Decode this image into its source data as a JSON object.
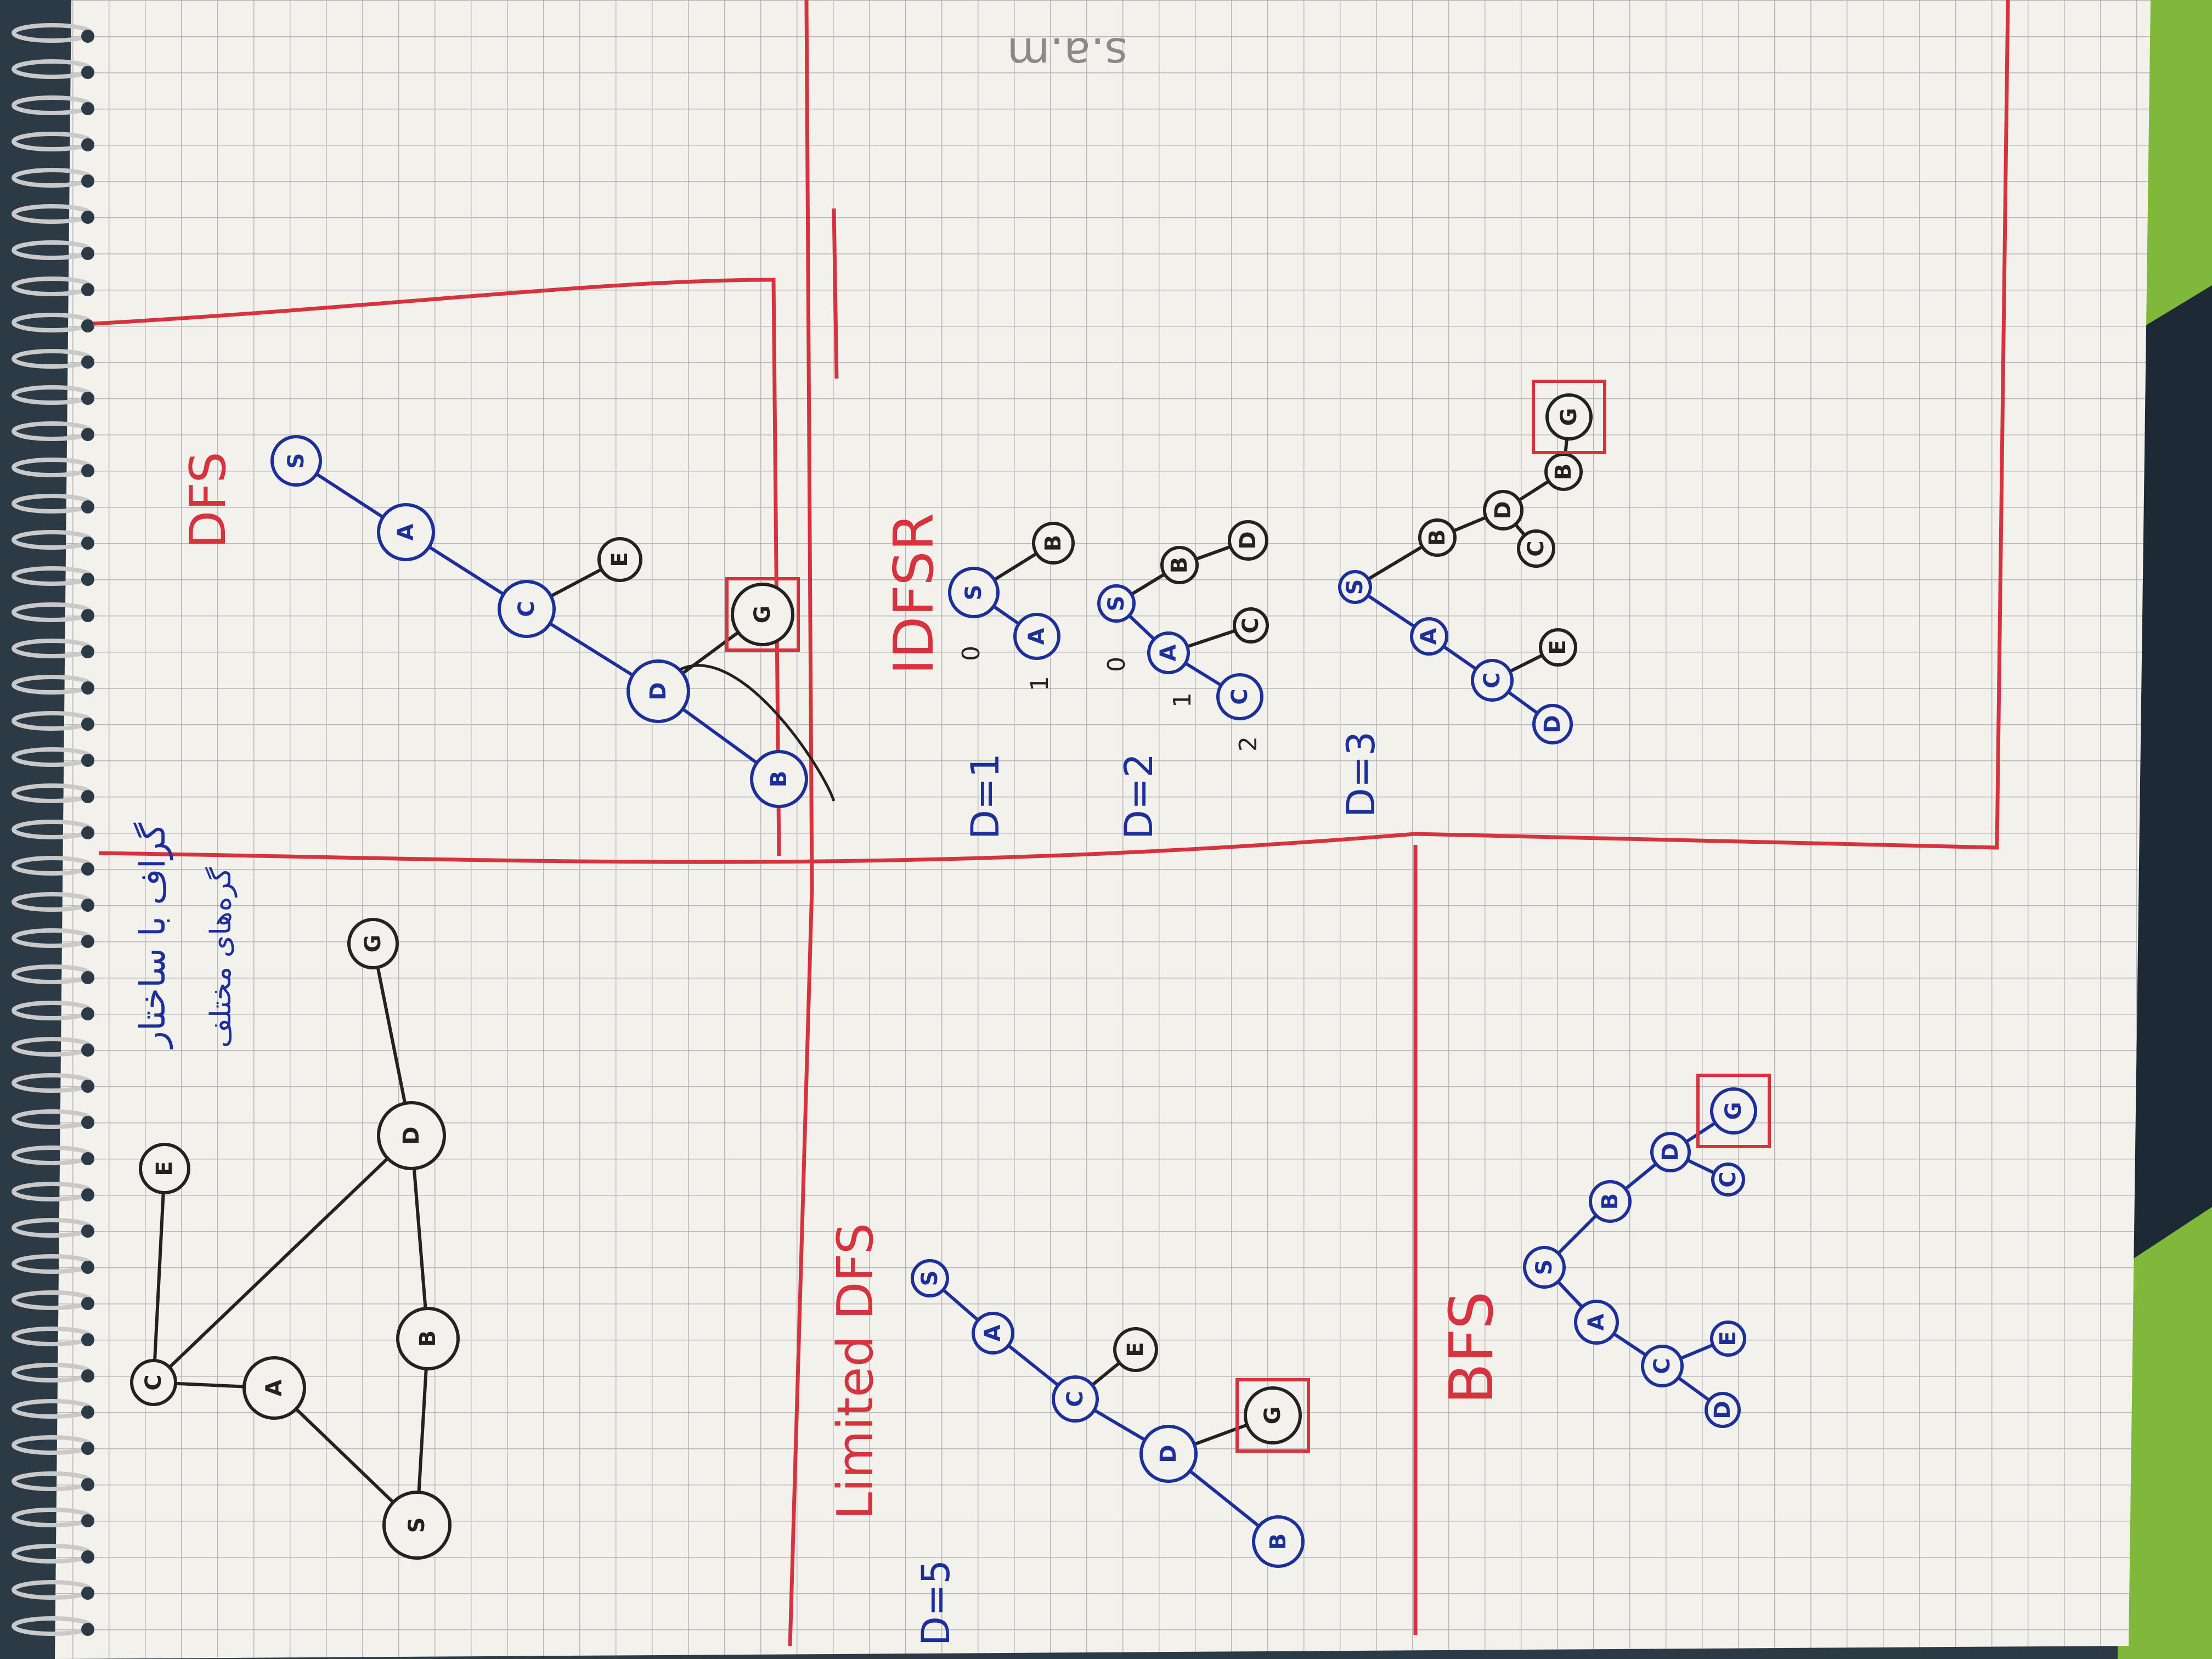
{
  "texts": {
    "watermark": "s.a.m",
    "heading_dfs": "DFS",
    "heading_idfsr": "IDFSR",
    "heading_limited": "Limited DFS",
    "heading_bfs": "BFS",
    "persian_line1": "گراف با ساختار",
    "persian_line2": "گره‌های مختلف",
    "d1": "D=1",
    "d2": "D=2",
    "d3": "D=3",
    "d5": "D=5",
    "lvl0a": "0",
    "lvl1a": "1",
    "lvl0b": "0",
    "lvl1b": "1",
    "lvl2b": "2"
  },
  "nodes": {
    "S": "S",
    "A": "A",
    "B": "B",
    "C": "C",
    "D": "D",
    "E": "E",
    "G": "G"
  },
  "colors": {
    "paper": "#f3f1ec",
    "grid": "#b8b8b8",
    "red": "#d6333f",
    "blue": "#1c2f9a",
    "black": "#222222",
    "background": "#2b3a45",
    "green": "#7fb83a"
  }
}
